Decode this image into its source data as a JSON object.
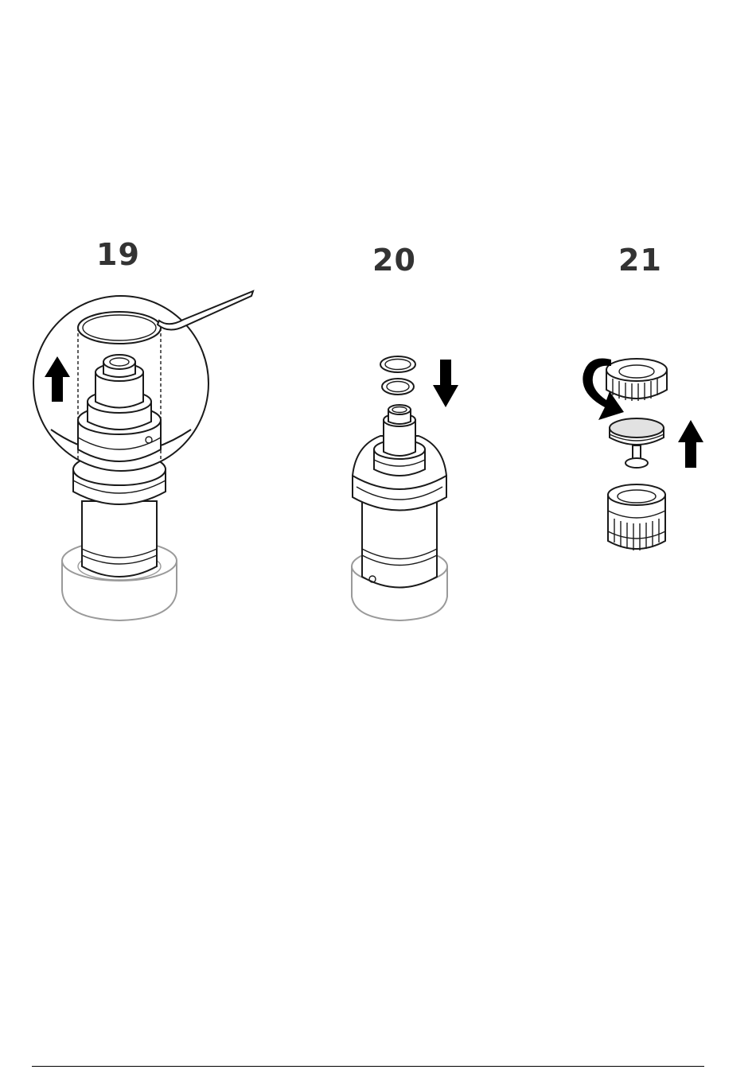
{
  "steps": [
    {
      "number": "19"
    },
    {
      "number": "20"
    },
    {
      "number": "21"
    }
  ],
  "colors": {
    "line": "#1a1a1a",
    "fill": "#ffffff",
    "grey_part": "#9a9a9a",
    "arrow": "#000000"
  }
}
